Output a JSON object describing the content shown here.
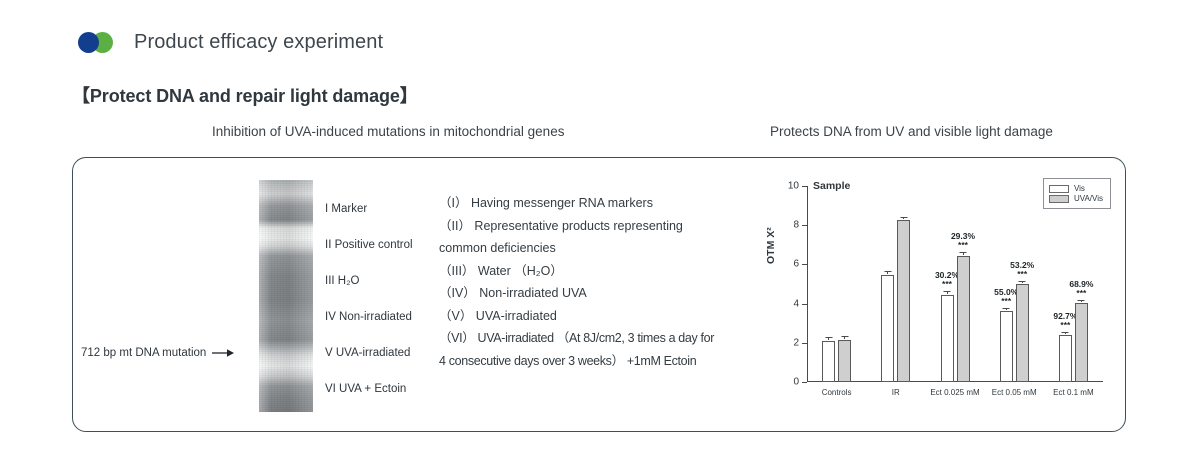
{
  "header": {
    "title": "Product efficacy experiment",
    "logo_colors": {
      "blue": "#133d8d",
      "green": "#5cb043"
    }
  },
  "section_title": "【Protect DNA and repair light damage】",
  "captions": {
    "left": "Inhibition of UVA-induced mutations in mitochondrial genes",
    "right": "Protects DNA from UV and visible light damage"
  },
  "gel": {
    "annotation": "712 bp mt DNA mutation",
    "lanes": [
      {
        "label": "I Marker"
      },
      {
        "label": "II Positive control"
      },
      {
        "label": "III H₂O"
      },
      {
        "label": "IV Non-irradiated"
      },
      {
        "label": "V UVA-irradiated"
      },
      {
        "label": "VI UVA + Ectoin"
      }
    ]
  },
  "description": [
    "（I） Having messenger RNA markers",
    "（II） Representative products representing",
    "common deficiencies",
    "（III） Water （H₂O）",
    "（IV） Non-irradiated UVA",
    "（V） UVA-irradiated",
    "（VI） UVA-irradiated （At 8J/cm2, 3 times a day for",
    " 4 consecutive days over 3 weeks） +1mM Ectoin"
  ],
  "chart_data": {
    "type": "bar",
    "title": "Sample",
    "xlabel": "",
    "ylabel": "OTM X²",
    "ylim": [
      0,
      10
    ],
    "yticks": [
      0,
      2,
      4,
      6,
      8,
      10
    ],
    "grid": false,
    "legend_position": "top-right",
    "categories": [
      "Controls",
      "IR",
      "Ect 0.025 mM",
      "Ect 0.05 mM",
      "Ect 0.1 mM"
    ],
    "series": [
      {
        "name": "Vis",
        "color": "#ffffff",
        "values": [
          2.1,
          5.45,
          4.45,
          3.6,
          2.38
        ],
        "errors": [
          0.13,
          0.18,
          0.13,
          0.13,
          0.13
        ]
      },
      {
        "name": "UVA/Vis",
        "color": "#cfcfcf",
        "values": [
          2.15,
          8.25,
          6.45,
          5.0,
          4.02
        ],
        "errors": [
          0.13,
          0.1,
          0.13,
          0.1,
          0.13
        ]
      }
    ],
    "annotations": [
      {
        "series": "Vis",
        "category": "Ect 0.025 mM",
        "pct": "30.2%",
        "stars": "***"
      },
      {
        "series": "UVA/Vis",
        "category": "Ect 0.025 mM",
        "pct": "29.3%",
        "stars": "***"
      },
      {
        "series": "Vis",
        "category": "Ect 0.05 mM",
        "pct": "55.0%",
        "stars": "***"
      },
      {
        "series": "UVA/Vis",
        "category": "Ect 0.05 mM",
        "pct": "53.2%",
        "stars": "***"
      },
      {
        "series": "Vis",
        "category": "Ect 0.1 mM",
        "pct": "92.7%",
        "stars": "***"
      },
      {
        "series": "UVA/Vis",
        "category": "Ect 0.1 mM",
        "pct": "68.9%",
        "stars": "***"
      }
    ]
  }
}
